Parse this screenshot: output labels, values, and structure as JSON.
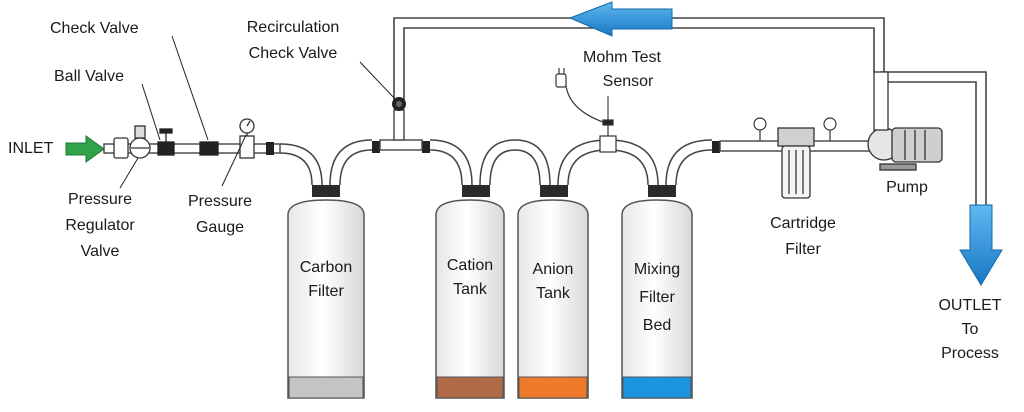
{
  "labels": {
    "inlet": "INLET",
    "check_valve": "Check Valve",
    "ball_valve": "Ball Valve",
    "pressure_regulator": [
      "Pressure",
      "Regulator",
      "Valve"
    ],
    "pressure_gauge": [
      "Pressure",
      "Gauge"
    ],
    "recirculation_check_valve": [
      "Recirculation",
      "Check Valve"
    ],
    "mohm_sensor": [
      "Mohm Test",
      "Sensor"
    ],
    "pump": "Pump",
    "cartridge_filter": [
      "Cartridge",
      "Filter"
    ],
    "outlet": [
      "OUTLET",
      "To",
      "Process"
    ]
  },
  "tanks": {
    "carbon": {
      "lines": [
        "Carbon",
        "Filter"
      ],
      "media_color": "#c4c4c4"
    },
    "cation": {
      "lines": [
        "Cation",
        "Tank"
      ],
      "media_color": "#b06a47"
    },
    "anion": {
      "lines": [
        "Anion",
        "Tank"
      ],
      "media_color": "#ee7a2c"
    },
    "mixing": {
      "lines": [
        "Mixing",
        "Filter",
        "Bed"
      ],
      "media_color": "#1b95de"
    }
  },
  "colors": {
    "inlet_arrow": "#2ea34a",
    "flow_arrow": "#1b8ad6",
    "pipe_fill": "#ffffff",
    "pipe_stroke": "#444444"
  }
}
